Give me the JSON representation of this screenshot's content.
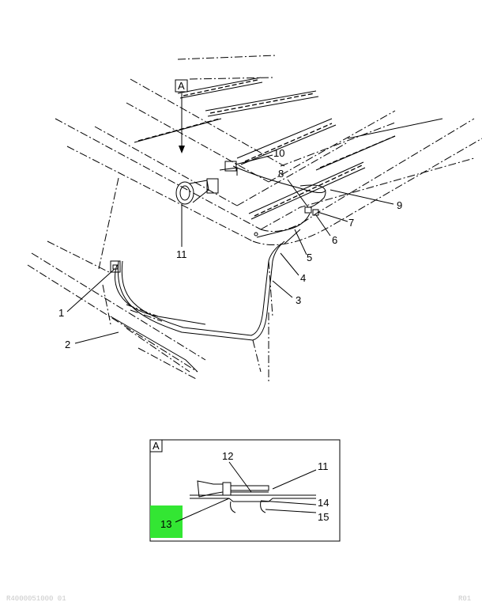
{
  "diagram": {
    "view_marker": "A",
    "detail_box_label": "A",
    "callouts": [
      "1",
      "2",
      "3",
      "4",
      "5",
      "6",
      "7",
      "8",
      "9",
      "10",
      "11",
      "12",
      "13",
      "14",
      "15"
    ],
    "highlight_color": "#33e633"
  },
  "footer": {
    "left_text": "R4000051000 01",
    "right_text": "R01"
  }
}
